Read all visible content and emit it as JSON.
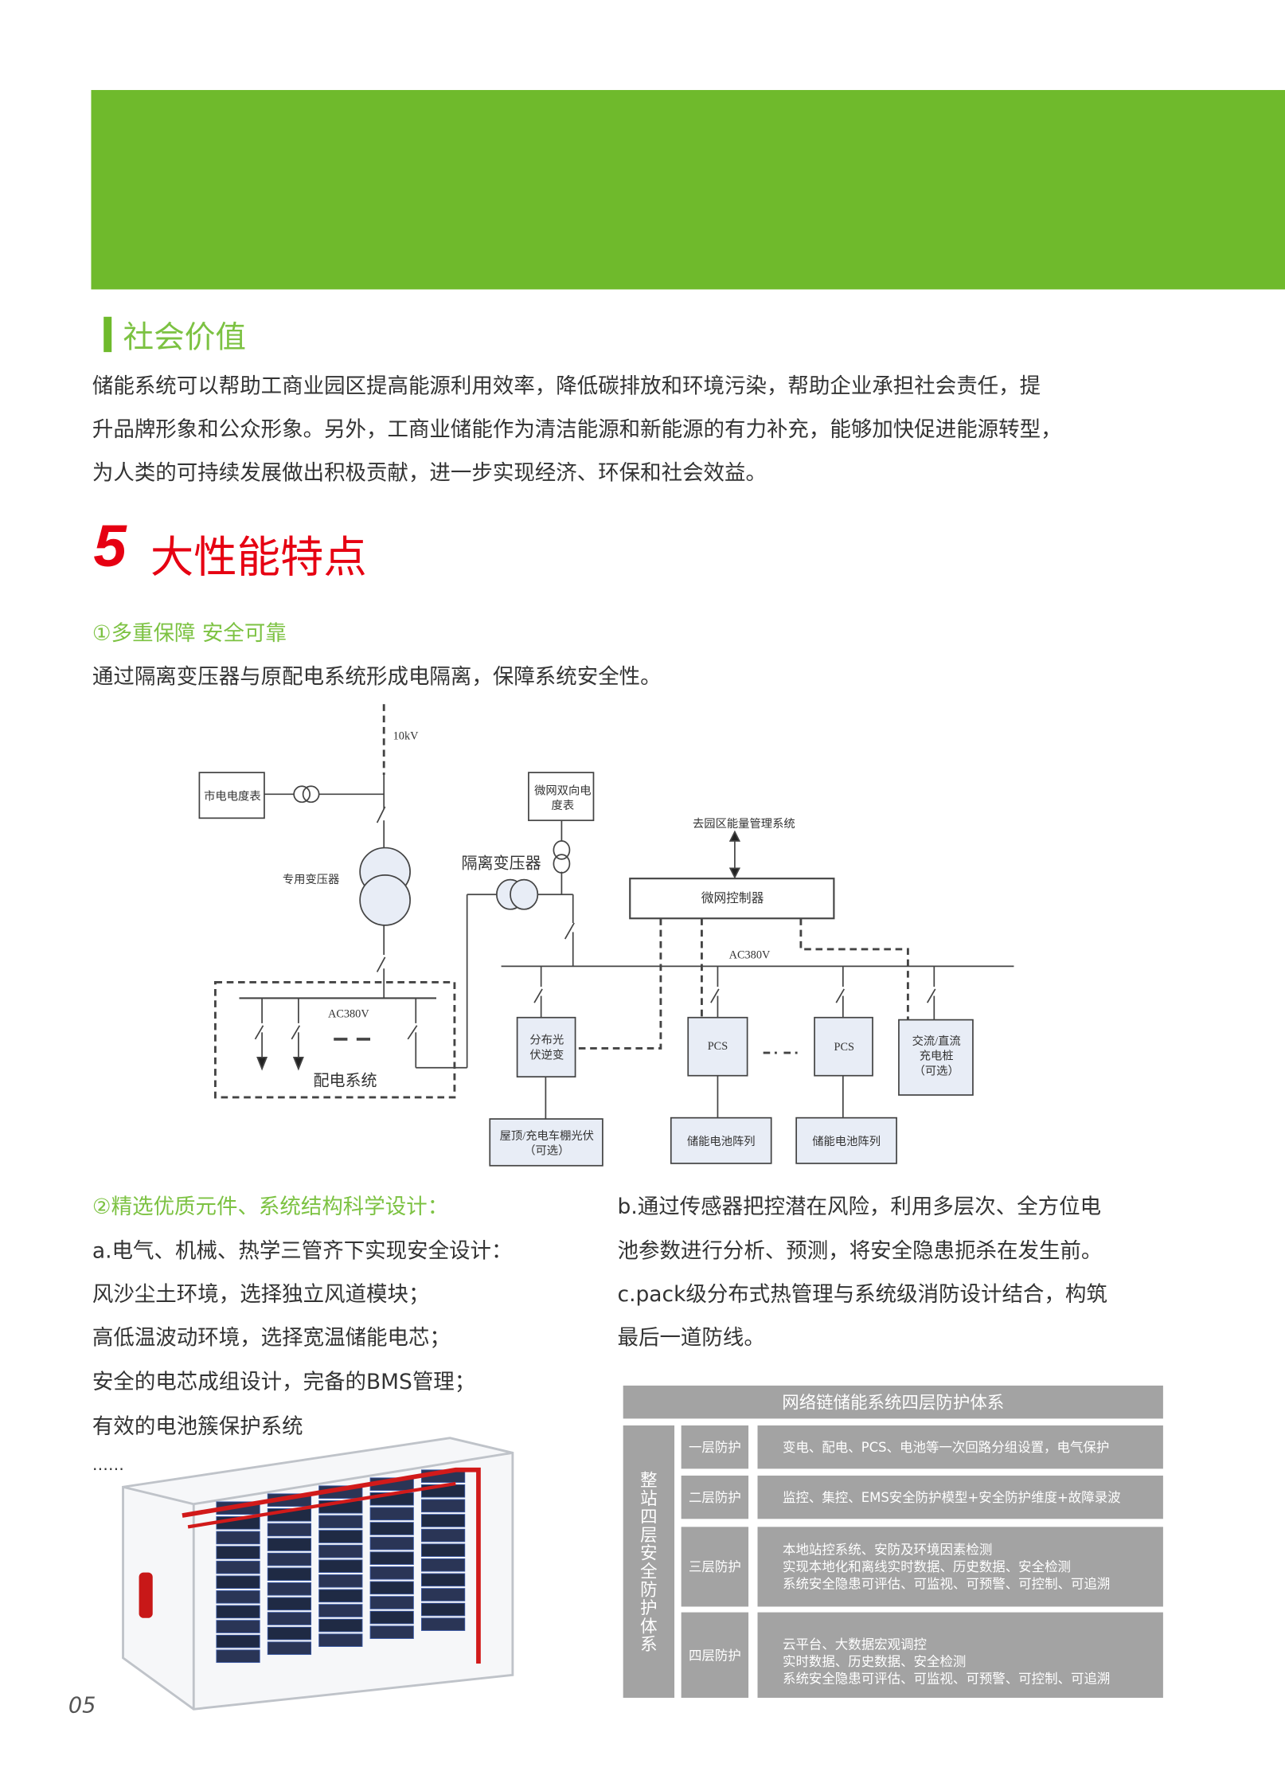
{
  "colors": {
    "brand_green": "#6fba2c",
    "accent_red": "#e60012",
    "table_gray": "#a3a3a3"
  },
  "social": {
    "heading": "社会价值",
    "lines": [
      "储能系统可以帮助工商业园区提高能源利用效率，降低碳排放和环境污染，帮助企业承担社会责任，提",
      "升品牌形象和公众形象。另外，工商业储能作为清洁能源和新能源的有力补充，能够加快促进能源转型，",
      "为人类的可持续发展做出积极贡献，进一步实现经济、环保和社会效益。"
    ]
  },
  "features": {
    "number": "5",
    "title": "大性能特点",
    "f1_title": "①多重保障 安全可靠",
    "f1_text": "通过隔离变压器与原配电系统形成电隔离，保障系统安全性。",
    "f2_title": "②精选优质元件、系统结构科学设计：",
    "left_lines": [
      "a.电气、机械、热学三管齐下实现安全设计：",
      "风沙尘土环境，选择独立风道模块；",
      "高低温波动环境，选择宽温储能电芯；",
      "安全的电芯成组设计，完备的BMS管理；",
      "有效的电池簇保护系统",
      "……"
    ],
    "right_lines": [
      "b.通过传感器把控潜在风险，利用多层次、全方位电",
      "池参数进行分析、预测，将安全隐患扼杀在发生前。",
      "c.pack级分布式热管理与系统级消防设计结合，构筑",
      "最后一道防线。"
    ]
  },
  "diagram": {
    "v10kv": "10kV",
    "grid_meter": "市电电度表",
    "dedicated_transformer": "专用变压器",
    "dist_bus": "AC380V",
    "dist_system": "配电系统",
    "isolation_transformer": "隔离变压器",
    "micro_meter_1": "微网双向电",
    "micro_meter_2": "度表",
    "ems": "去园区能量管理系统",
    "controller": "微网控制器",
    "main_bus": "AC380V",
    "pv_inv_1": "分布光",
    "pv_inv_2": "伏逆变",
    "pcs1": "PCS",
    "pcs2": "PCS",
    "charger_1": "交流/直流",
    "charger_2": "充电桩",
    "charger_3": "（可选）",
    "rooftop_1": "屋顶/充电车棚光伏",
    "rooftop_2": "（可选）",
    "battery1": "储能电池阵列",
    "battery2": "储能电池阵列"
  },
  "table": {
    "title": "网络链储能系统四层防护体系",
    "side_label": "整站四层安全防护体系",
    "rows": [
      {
        "layer": "一层防护",
        "lines": [
          "变电、配电、PCS、电池等一次回路分组设置，电气保护"
        ]
      },
      {
        "layer": "二层防护",
        "lines": [
          "监控、集控、EMS安全防护模型+安全防护维度+故障录波"
        ]
      },
      {
        "layer": "三层防护",
        "lines": [
          "本地站控系统、安防及环境因素检测",
          "实现本地化和离线实时数据、历史数据、安全检测",
          "系统安全隐患可评估、可监视、可预警、可控制、可追溯"
        ]
      },
      {
        "layer": "四层防护",
        "lines": [
          "云平台、大数据宏观调控",
          "实时数据、历史数据、安全检测",
          "系统安全隐患可评估、可监视、可预警、可控制、可追溯"
        ]
      }
    ]
  },
  "page_number": "05"
}
